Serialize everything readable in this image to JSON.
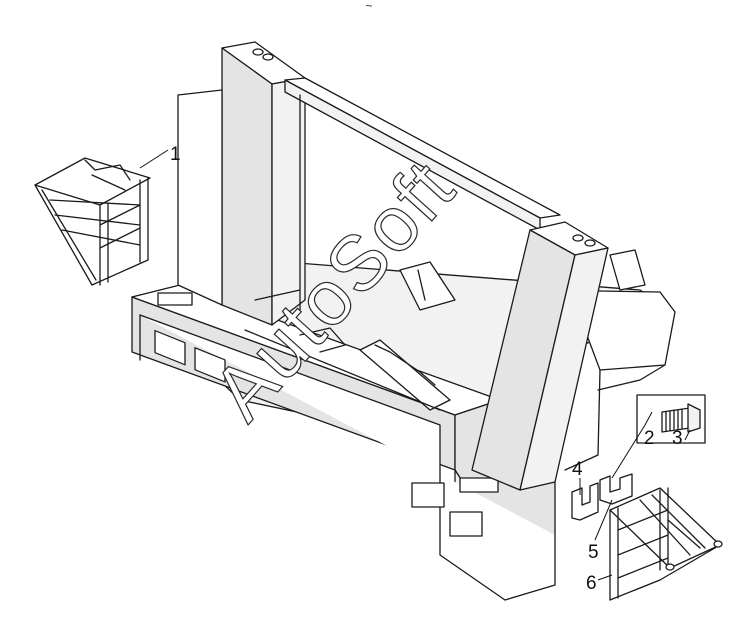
{
  "callouts": [
    {
      "id": "1",
      "label": "1"
    },
    {
      "id": "2",
      "label": "2"
    },
    {
      "id": "3",
      "label": "3"
    },
    {
      "id": "4",
      "label": "4"
    },
    {
      "id": "5",
      "label": "5"
    },
    {
      "id": "6",
      "label": "6"
    }
  ],
  "watermark": "AutoSoft",
  "top_mark": "~"
}
